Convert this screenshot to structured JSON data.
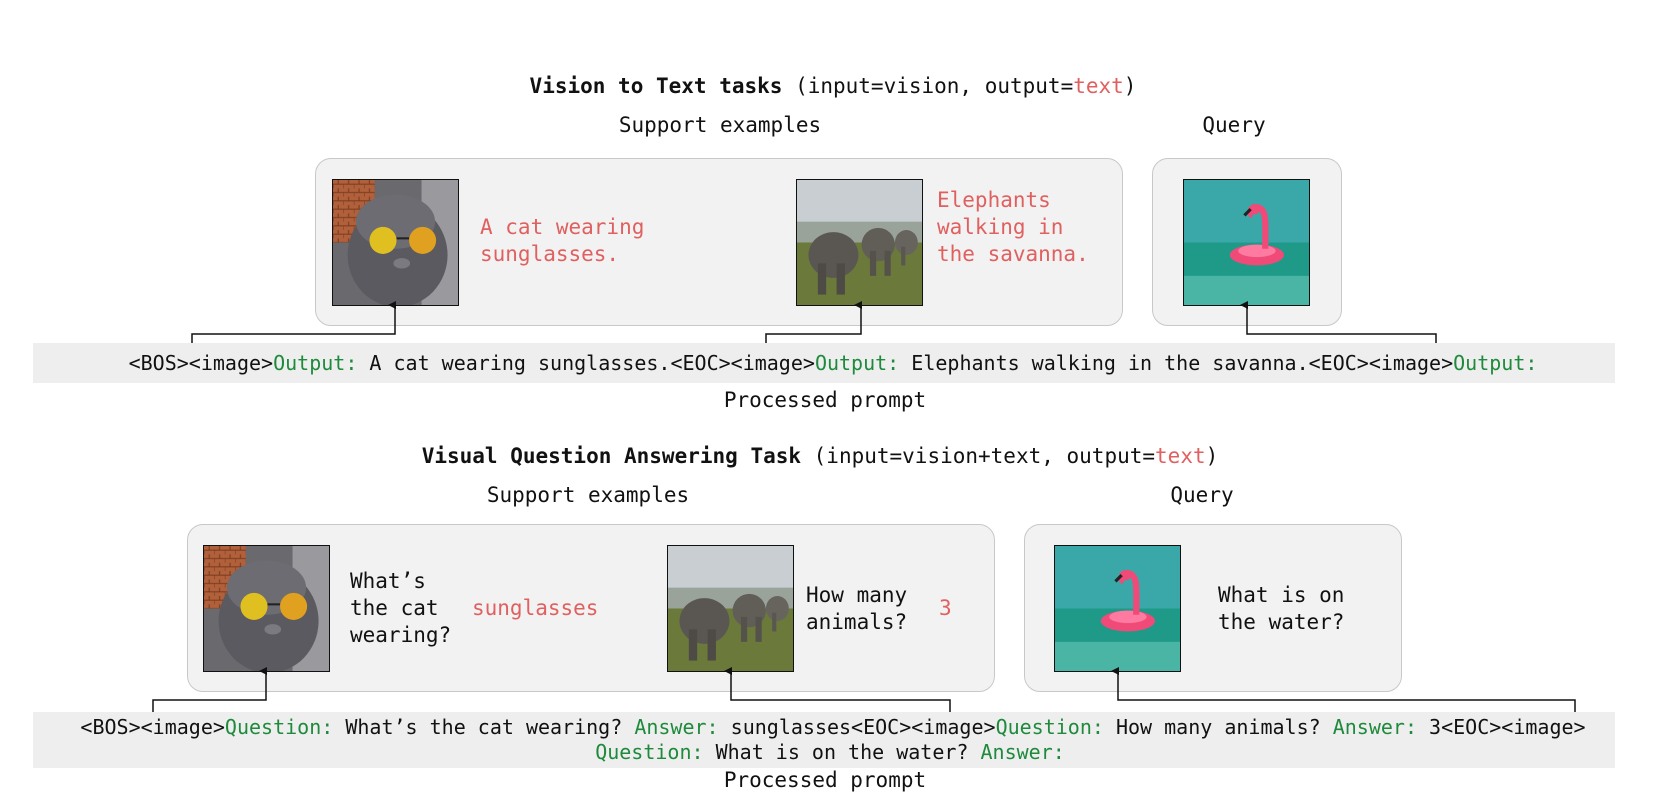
{
  "section1": {
    "title_bold": "Vision to Text tasks",
    "title_pre": " (input=vision, output=",
    "title_red": "text",
    "title_post": ")",
    "support_label": "Support examples",
    "query_label": "Query",
    "caption1": "A cat wearing\nsunglasses.",
    "caption2": "Elephants\nwalking in\nthe savanna.",
    "prompt": [
      {
        "t": "<BOS><image>",
        "c": "black"
      },
      {
        "t": "Output:",
        "c": "green"
      },
      {
        "t": " A cat wearing sunglasses.<EOC><image>",
        "c": "black"
      },
      {
        "t": "Output:",
        "c": "green"
      },
      {
        "t": " Elephants walking in the savanna.<EOC><image>",
        "c": "black"
      },
      {
        "t": "Output:",
        "c": "green"
      }
    ],
    "processed_label": "Processed prompt"
  },
  "section2": {
    "title_bold": "Visual Question Answering Task",
    "title_pre": " (input=vision+text, output=",
    "title_red": "text",
    "title_post": ")",
    "support_label": "Support examples",
    "query_label": "Query",
    "question1": "What’s\nthe cat\nwearing?",
    "answer1": "sunglasses",
    "question2": "How many\nanimals?",
    "answer2": "3",
    "question3": "What is on\nthe water?",
    "prompt_line1": [
      {
        "t": "<BOS><image>",
        "c": "black"
      },
      {
        "t": "Question:",
        "c": "green"
      },
      {
        "t": " What’s the cat wearing? ",
        "c": "black"
      },
      {
        "t": "Answer:",
        "c": "green"
      },
      {
        "t": " sunglasses<EOC><image>",
        "c": "black"
      },
      {
        "t": "Question:",
        "c": "green"
      },
      {
        "t": " How many animals? ",
        "c": "black"
      },
      {
        "t": "Answer:",
        "c": "green"
      },
      {
        "t": " 3<EOC><image>",
        "c": "black"
      }
    ],
    "prompt_line2": [
      {
        "t": "Question:",
        "c": "green"
      },
      {
        "t": " What is on the water? ",
        "c": "black"
      },
      {
        "t": "Answer:",
        "c": "green"
      }
    ],
    "processed_label": "Processed prompt"
  },
  "colors": {
    "accent_red": "#e06060",
    "accent_green": "#1e8a3c",
    "box_bg": "#f2f2f2",
    "band_bg": "#eeeeee"
  }
}
